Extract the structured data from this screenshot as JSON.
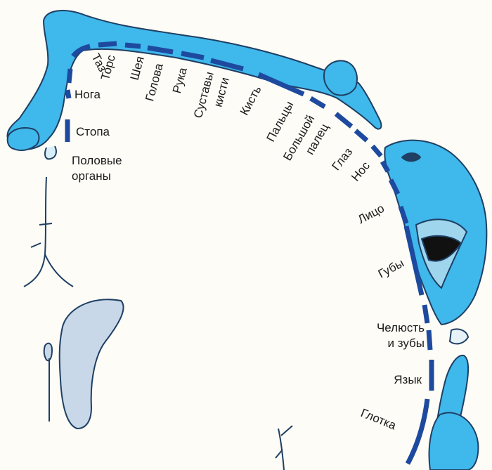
{
  "labels": {
    "taz": "Таз",
    "tors": "Торс",
    "sheya": "Шея",
    "golova": "Голова",
    "ruka": "Рука",
    "sustavy": "Суставы",
    "kisti": "кисти",
    "kist": "Кисть",
    "paltsy": "Пальцы",
    "bolshoy": "Большой",
    "palets": "палец",
    "glaz": "Глаз",
    "nos": "Нос",
    "litso": "Лицо",
    "guby": "Губы",
    "chelyust": "Челюсть",
    "i_zuby": "и зубы",
    "yazyk": "Язык",
    "glotka": "Глотка",
    "noga": "Нога",
    "stopa": "Стопа",
    "polovye": "Половые",
    "organy": "органы"
  },
  "colors": {
    "body_fill": "#3fb8ec",
    "body_outline": "#1f3f63",
    "map_strip": "#1d4a9e",
    "organ_fill": "#c8d8e8",
    "page_background": "#fdfcf6"
  }
}
